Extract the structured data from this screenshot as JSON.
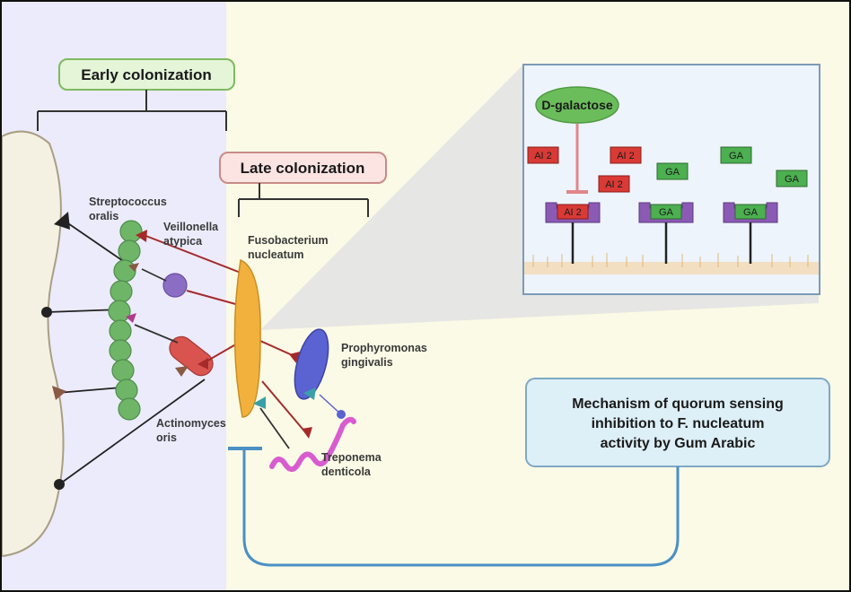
{
  "headers": {
    "early": "Early colonization",
    "late": "Late colonization"
  },
  "bacteria": {
    "streptococcus": [
      "Streptococcus",
      "oralis"
    ],
    "veillonella": [
      "Veillonella",
      "atypica"
    ],
    "fusobacterium": [
      "Fusobacterium",
      "nucleatum"
    ],
    "actinomyces": [
      "Actinomyces",
      "oris"
    ],
    "porphyromonas": [
      "Prophyromonas",
      "gingivalis"
    ],
    "treponema": [
      "Treponema",
      "denticola"
    ]
  },
  "inset": {
    "inhibitor": "D-galactose",
    "ai2_label": "AI 2",
    "ga_label": "GA"
  },
  "mechanism": {
    "lines": [
      "Mechanism of quorum sensing",
      "inhibition to F. nucleatum",
      "activity by Gum Arabic"
    ]
  },
  "colors": {
    "early_bg": "#ecebfb",
    "late_bg": "#fbfae6",
    "ai2": "#d93a35",
    "ga": "#4caf50",
    "receptor": "#8b5ab5",
    "inhibition": "#e0868a",
    "connector": "#4a90c4"
  }
}
